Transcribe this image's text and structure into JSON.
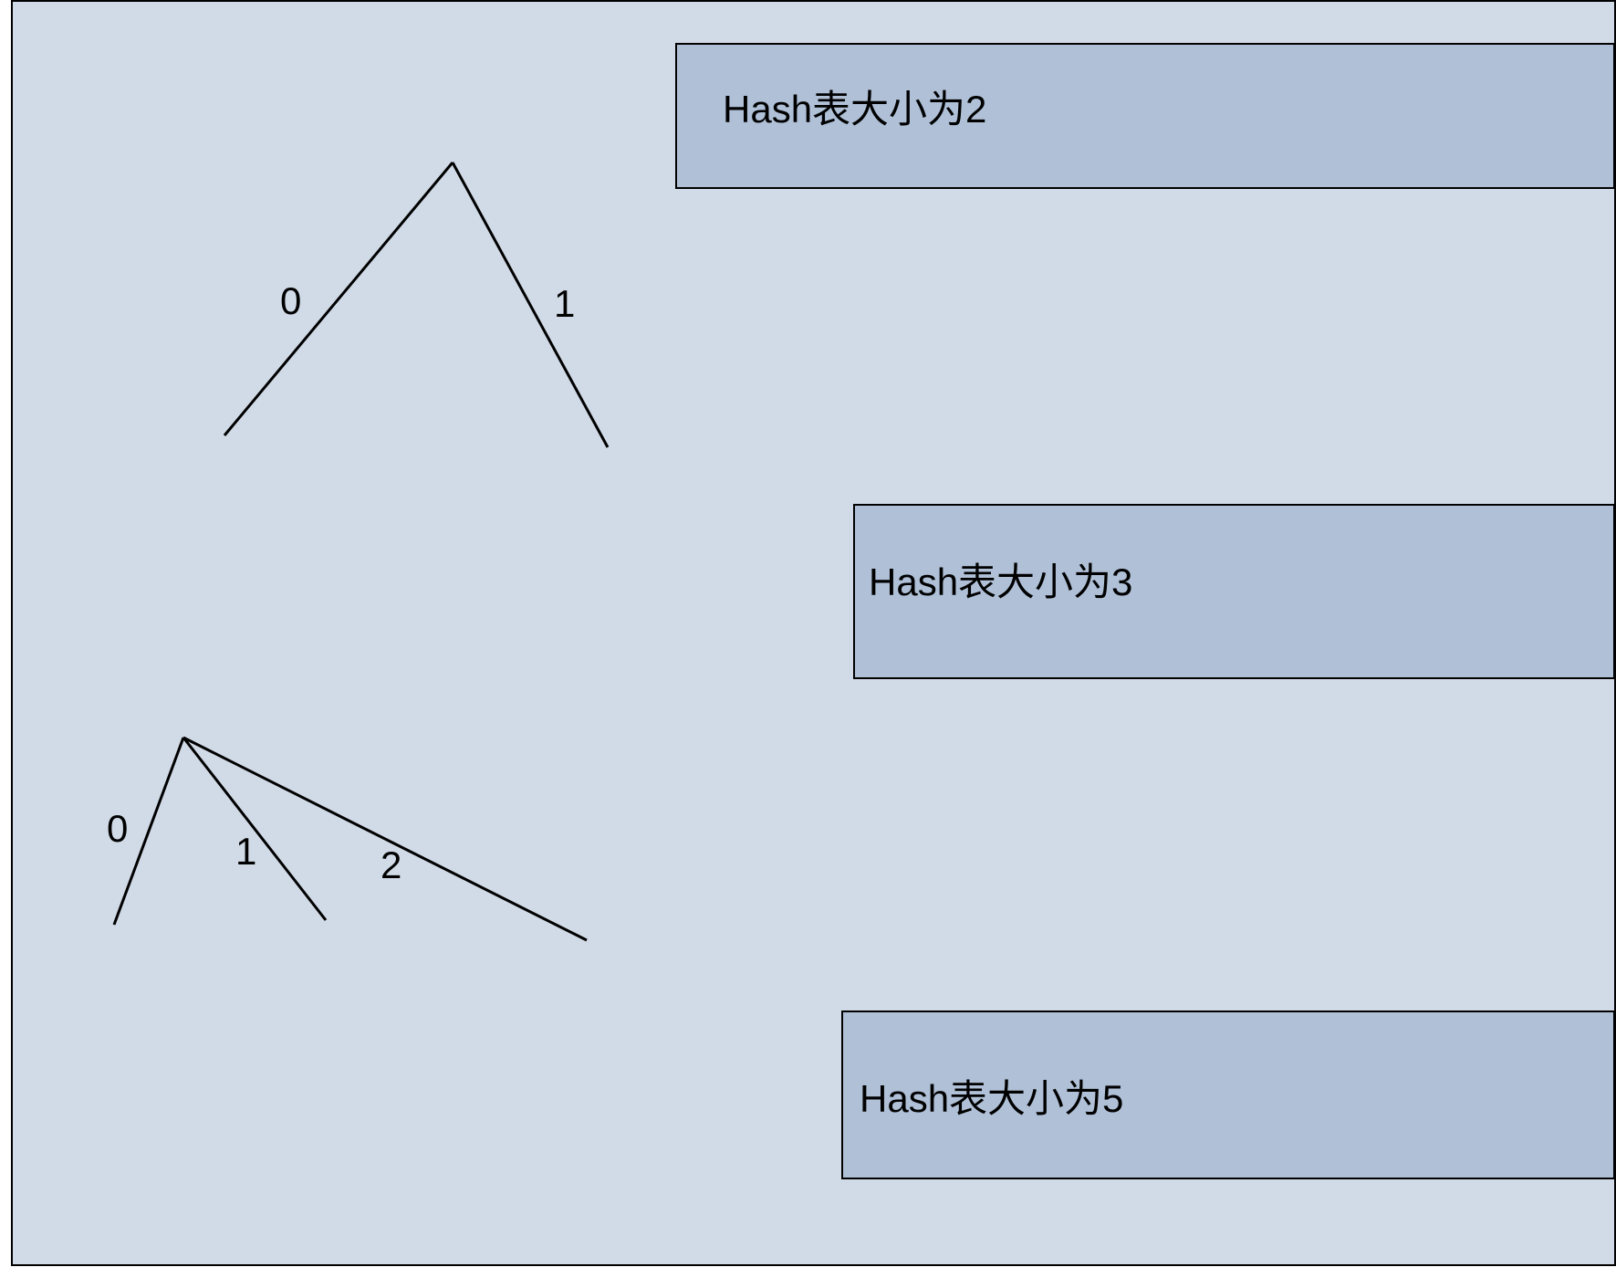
{
  "colors": {
    "background": "#d1dbe7",
    "box_fill": "#afc0d7",
    "stroke": "#000000"
  },
  "tree_two": {
    "edge_labels": [
      "0",
      "1"
    ]
  },
  "tree_three": {
    "edge_labels": [
      "0",
      "1",
      "2"
    ]
  },
  "boxes": [
    {
      "text": "Hash表大小为2"
    },
    {
      "text": "Hash表大小为3"
    },
    {
      "text": "Hash表大小为5"
    }
  ]
}
